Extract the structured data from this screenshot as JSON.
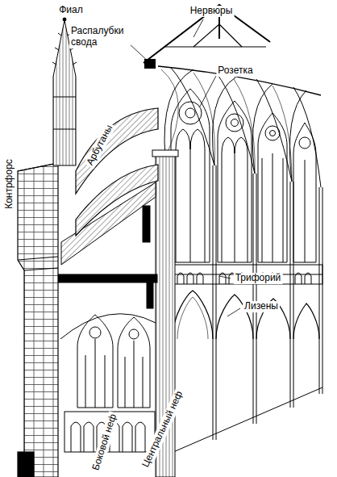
{
  "diagram": {
    "labels": [
      "Фиал",
      "Распалубки свода",
      "Нервюры",
      "Розетка",
      "Арбутаны",
      "Контрфорс",
      "Трифорий",
      "Лизены",
      "Боковой неф",
      "Центральный неф"
    ]
  }
}
